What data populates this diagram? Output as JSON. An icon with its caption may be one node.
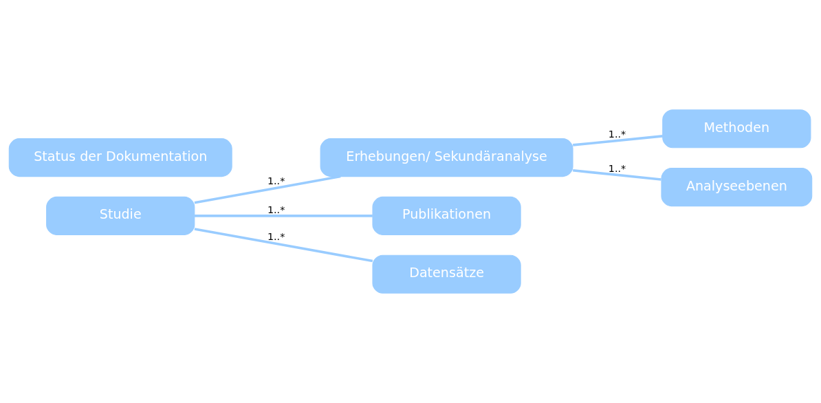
{
  "diagram": {
    "nodes": [
      {
        "text": [
          "Studie"
        ]
      },
      {
        "text": [
          "Erhebungen/ Sekundäranalyse"
        ]
      },
      {
        "text": [
          "Publikationen"
        ]
      },
      {
        "text": [
          "Datensätze"
        ]
      },
      {
        "text": [
          "Methoden"
        ]
      },
      {
        "text": [
          "Analyseebenen"
        ]
      },
      {
        "text": [
          "Status der Dokumentation"
        ]
      }
    ],
    "edges": [
      {
        "from": 0,
        "to": 1,
        "arrow": "none",
        "label": "1..*"
      },
      {
        "from": 0,
        "to": 2,
        "arrow": "none",
        "label": "1..*"
      },
      {
        "from": 0,
        "to": 3,
        "arrow": "none",
        "label": "1..*"
      },
      {
        "from": 1,
        "to": 4,
        "arrow": "none",
        "label": "1..*"
      },
      {
        "from": 1,
        "to": 5,
        "arrow": "none",
        "label": "1..*"
      }
    ]
  }
}
